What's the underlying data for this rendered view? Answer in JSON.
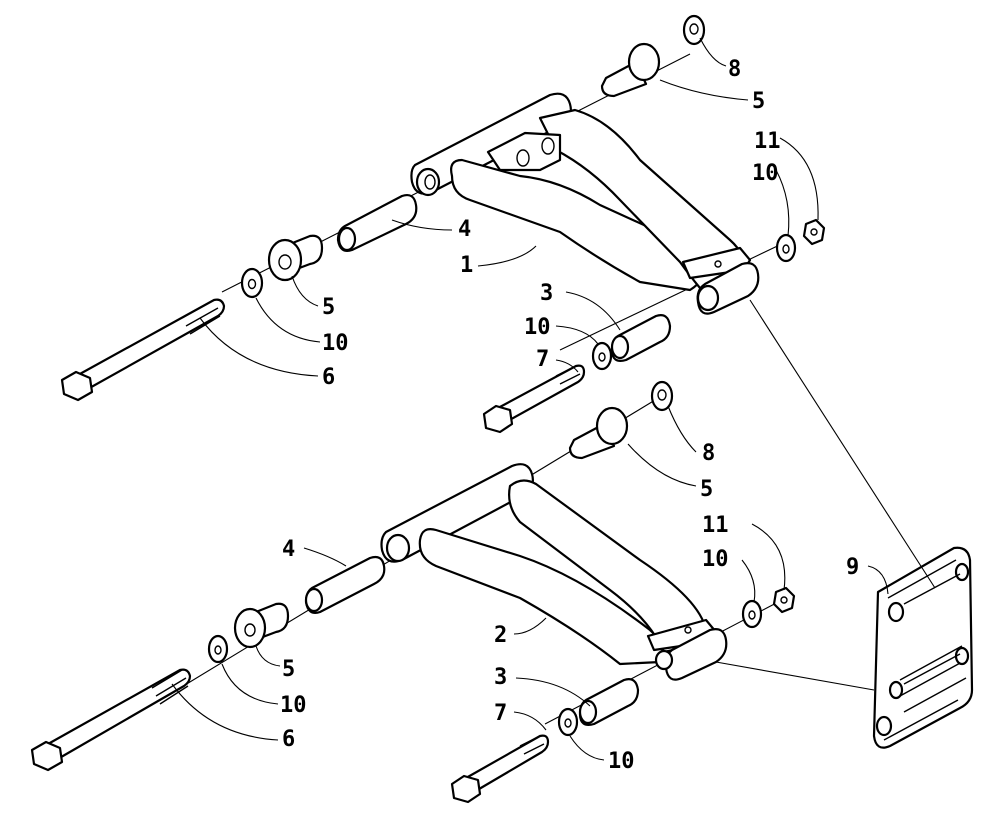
{
  "diagram": {
    "callouts": {
      "c1": "1",
      "c2": "2",
      "c3a": "3",
      "c3b": "3",
      "c4a": "4",
      "c4b": "4",
      "c5a": "5",
      "c5b": "5",
      "c5c": "5",
      "c5d": "5",
      "c6a": "6",
      "c6b": "6",
      "c7a": "7",
      "c7b": "7",
      "c8a": "8",
      "c8b": "8",
      "c9": "9",
      "c10a": "10",
      "c10b": "10",
      "c10c": "10",
      "c10d": "10",
      "c10e": "10",
      "c10f": "10",
      "c11a": "11",
      "c11b": "11"
    },
    "colors": {
      "line": "#000000",
      "background": "#ffffff"
    }
  }
}
